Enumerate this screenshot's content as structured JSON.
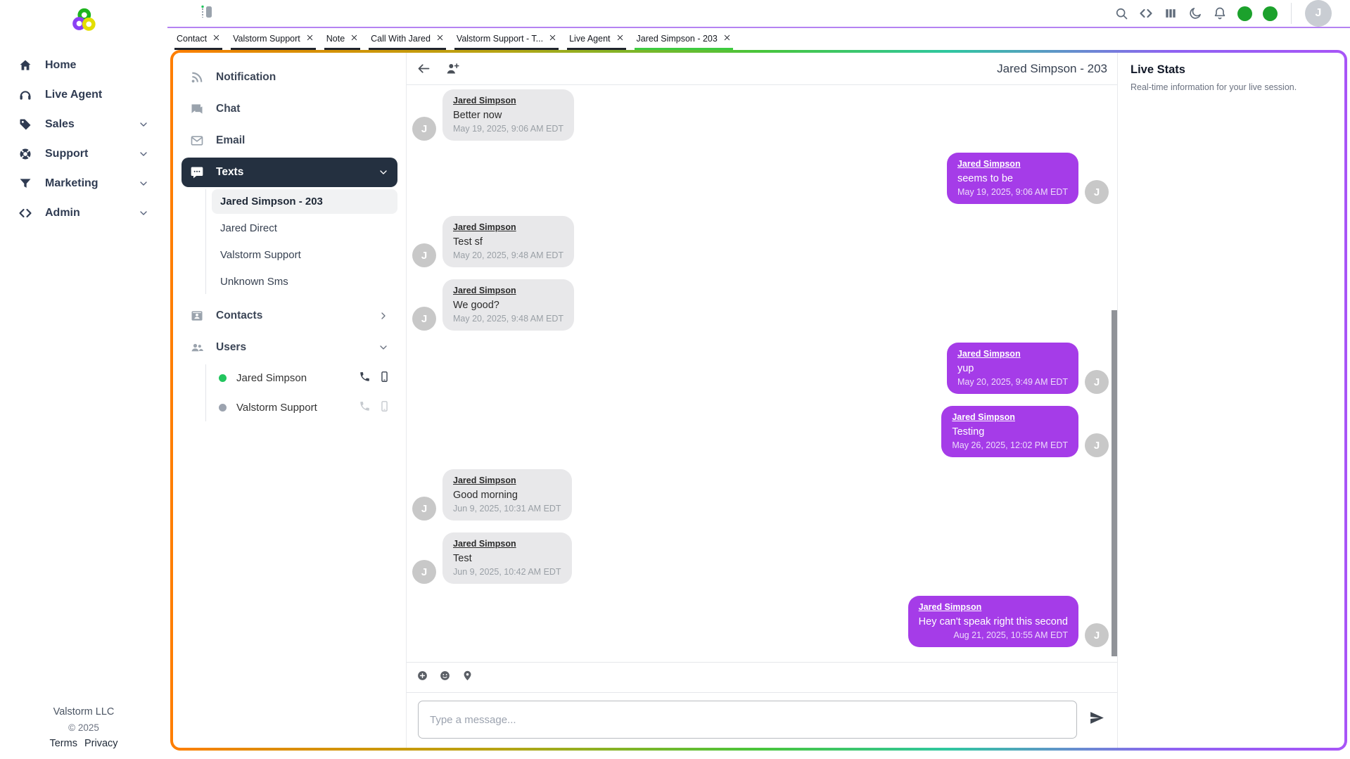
{
  "brand": {
    "logo_icon": "valstorm-logo",
    "footer": {
      "company": "Valstorm LLC",
      "copyright": "© 2025",
      "links": [
        "Terms",
        "Privacy"
      ]
    }
  },
  "sidebar": {
    "items": [
      {
        "label": "Home",
        "icon": "home",
        "chevron": false
      },
      {
        "label": "Live Agent",
        "icon": "headset",
        "chevron": false
      },
      {
        "label": "Sales",
        "icon": "tag",
        "chevron": true
      },
      {
        "label": "Support",
        "icon": "lifering",
        "chevron": true
      },
      {
        "label": "Marketing",
        "icon": "funnel",
        "chevron": true
      },
      {
        "label": "Admin",
        "icon": "code",
        "chevron": true
      }
    ]
  },
  "topbar": {
    "left_icon": "panel-toggle",
    "icons": [
      "search",
      "code",
      "columns",
      "moon",
      "bell"
    ],
    "status_dots": 2,
    "avatar": "J"
  },
  "tabs": [
    {
      "label": "Contact",
      "active": false
    },
    {
      "label": "Valstorm Support",
      "active": false
    },
    {
      "label": "Note",
      "active": false
    },
    {
      "label": "Call With Jared",
      "active": false
    },
    {
      "label": "Valstorm Support - T...",
      "active": false
    },
    {
      "label": "Live Agent",
      "active": false
    },
    {
      "label": "Jared Simpson - 203",
      "active": true
    }
  ],
  "nav_panel": {
    "top_items": [
      {
        "label": "Notification",
        "icon": "rss"
      },
      {
        "label": "Chat",
        "icon": "chat"
      },
      {
        "label": "Email",
        "icon": "email"
      }
    ],
    "texts": {
      "label": "Texts",
      "icon": "sms",
      "selected": true,
      "chevron": "down"
    },
    "texts_children": [
      {
        "label": "Jared Simpson - 203",
        "selected": true
      },
      {
        "label": "Jared Direct",
        "selected": false
      },
      {
        "label": "Valstorm Support",
        "selected": false
      },
      {
        "label": "Unknown Sms",
        "selected": false
      }
    ],
    "contacts": {
      "label": "Contacts",
      "icon": "contacts",
      "chevron": "right"
    },
    "users_header": {
      "label": "Users",
      "icon": "users",
      "chevron": "down"
    },
    "users": [
      {
        "name": "Jared Simpson",
        "status_color": "#22c55e",
        "actions_enabled": true
      },
      {
        "name": "Valstorm Support",
        "status_color": "#9ca3af",
        "actions_enabled": false
      }
    ]
  },
  "chat": {
    "title": "Jared Simpson - 203",
    "header_icons": [
      "back-arrow",
      "person-add"
    ],
    "messages": [
      {
        "sender": "Jared Simpson",
        "text": "Better now",
        "time": "May 19, 2025, 9:06 AM EDT",
        "direction": "in",
        "avatar": "J"
      },
      {
        "sender": "Jared Simpson",
        "text": "seems to be",
        "time": "May 19, 2025, 9:06 AM EDT",
        "direction": "out",
        "avatar": "J"
      },
      {
        "sender": "Jared Simpson",
        "text": "Test sf",
        "time": "May 20, 2025, 9:48 AM EDT",
        "direction": "in",
        "avatar": "J"
      },
      {
        "sender": "Jared Simpson",
        "text": "We good?",
        "time": "May 20, 2025, 9:48 AM EDT",
        "direction": "in",
        "avatar": "J"
      },
      {
        "sender": "Jared Simpson",
        "text": "yup",
        "time": "May 20, 2025, 9:49 AM EDT",
        "direction": "out",
        "avatar": "J"
      },
      {
        "sender": "Jared Simpson",
        "text": "Testing",
        "time": "May 26, 2025, 12:02 PM EDT",
        "direction": "out",
        "avatar": "J"
      },
      {
        "sender": "Jared Simpson",
        "text": "Good morning",
        "time": "Jun 9, 2025, 10:31 AM EDT",
        "direction": "in",
        "avatar": "J"
      },
      {
        "sender": "Jared Simpson",
        "text": "Test",
        "time": "Jun 9, 2025, 10:42 AM EDT",
        "direction": "in",
        "avatar": "J"
      },
      {
        "sender": "Jared Simpson",
        "text": "Hey can't speak right this second",
        "time": "Aug 21, 2025, 10:55 AM EDT",
        "direction": "out",
        "avatar": "J"
      }
    ],
    "composer": {
      "icons": [
        "plus-circle",
        "smiley",
        "pin"
      ],
      "placeholder": "Type a message...",
      "send_icon": "send"
    }
  },
  "live_stats": {
    "title": "Live Stats",
    "subtitle": "Real-time information for your live session."
  },
  "colors": {
    "bubble_out": "#a53ce8",
    "bubble_in": "#e8e8ea",
    "active_tab_underline": "#3ecb40",
    "tab_underline": "#20242e",
    "selected_nav_pill": "#243040",
    "status_green": "#1ca12c",
    "online_green": "#22c55e",
    "offline_gray": "#9ca3af",
    "header_divider_purple": "#b583f2",
    "border_gradient": [
      "#ff7e00",
      "#b7a414",
      "#49c53b",
      "#2fc79f",
      "#a855f7"
    ]
  }
}
